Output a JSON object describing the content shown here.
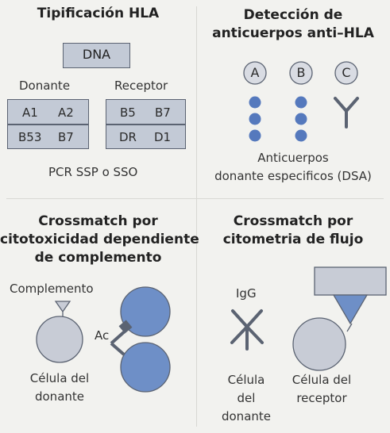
{
  "hla_typing": {
    "title": "Tipificación HLA",
    "dna_label": "DNA",
    "donor_label": "Donante",
    "recipient_label": "Receptor",
    "donor_alleles": [
      "A1",
      "A2",
      "B53",
      "B7"
    ],
    "recipient_alleles": [
      "B5",
      "B7",
      "DR",
      "D1"
    ],
    "method": "PCR SSP o SSO"
  },
  "antibody_detection": {
    "title_line1": "Detección de",
    "title_line2": "anticuerpos anti–HLA",
    "bead_labels": [
      "A",
      "B",
      "C"
    ],
    "caption_line1": "Anticuerpos",
    "caption_line2": "donante especificos (DSA)"
  },
  "cdc_crossmatch": {
    "title_line1": "Crossmatch por",
    "title_line2": "citotoxicidad dependiente",
    "title_line3": "de complemento",
    "complement_label": "Complemento",
    "antibody_label": "Ac",
    "cell_line1": "Célula del",
    "cell_line2": "donante"
  },
  "flow_crossmatch": {
    "title_line1": "Crossmatch por",
    "title_line2": "citometria de flujo",
    "igg_label": "IgG",
    "donor_line1": "Célula",
    "donor_line2": "del",
    "donor_line3": "donante",
    "recipient_line1": "Célula del",
    "recipient_line2": "receptor"
  },
  "colors": {
    "background": "#f2f2ef",
    "box_fill": "#c3cad6",
    "cell_fill": "#c8ccd6",
    "blue_cell": "#6e8fc7",
    "bead_blue": "#5579bd",
    "outline": "#5b6372"
  }
}
